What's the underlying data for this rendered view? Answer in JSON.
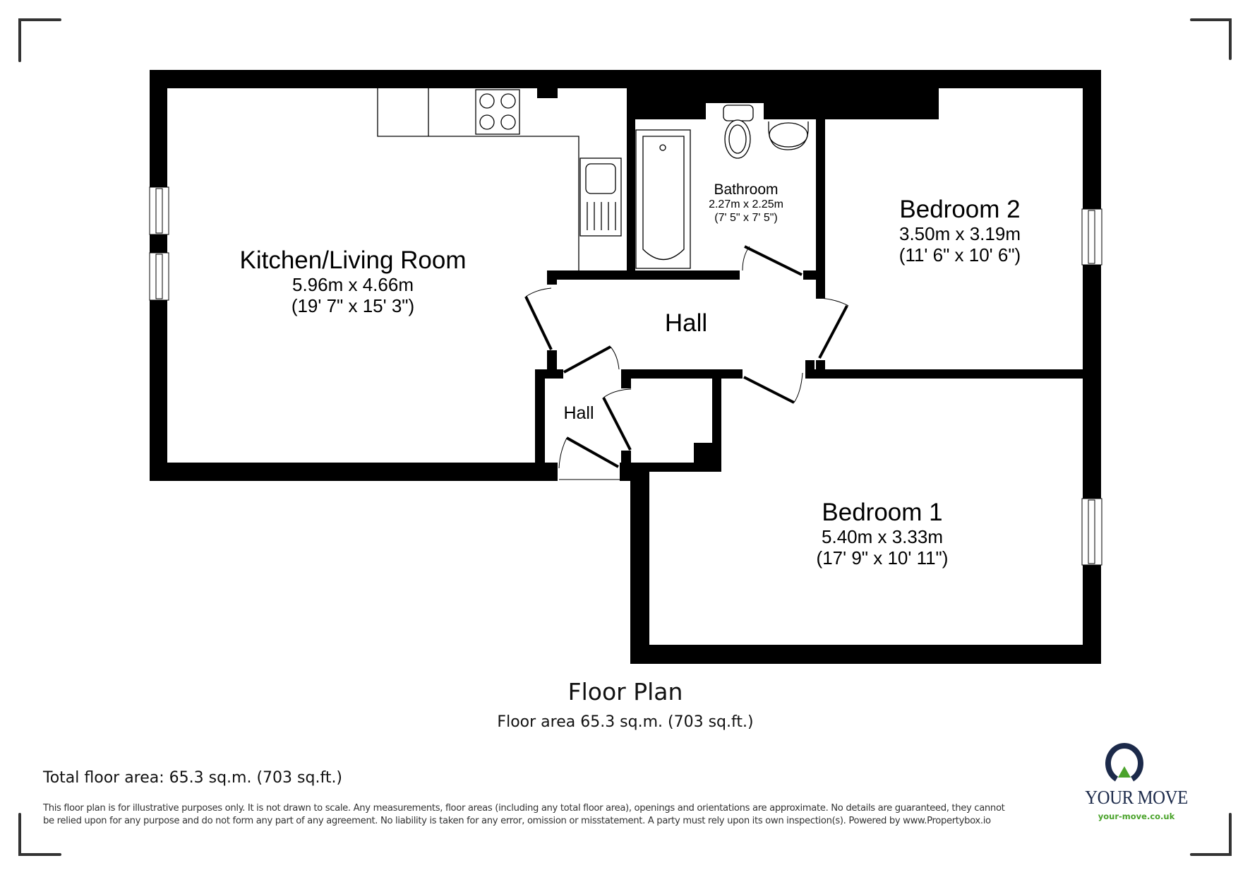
{
  "plan": {
    "title": "Floor Plan",
    "floor_area": "Floor area 65.3 sq.m. (703 sq.ft.)"
  },
  "rooms": [
    {
      "name": "Kitchen/Living Room",
      "metric": "5.96m x 4.66m",
      "imperial": "(19' 7\" x 15' 3\")"
    },
    {
      "name": "Bathroom",
      "metric": "2.27m x 2.25m",
      "imperial": "(7' 5\" x 7' 5\")"
    },
    {
      "name": "Bedroom 2",
      "metric": "3.50m x 3.19m",
      "imperial": "(11' 6\" x 10' 6\")"
    },
    {
      "name": "Hall"
    },
    {
      "name": "Hall"
    },
    {
      "name": "Bedroom 1",
      "metric": "5.40m x 3.33m",
      "imperial": "(17' 9\" x 10' 11\")"
    }
  ],
  "footer": {
    "total_area": "Total floor area: 65.3 sq.m. (703 sq.ft.)",
    "disclaimer": "This floor plan is for illustrative purposes only. It is not drawn to scale. Any measurements, floor areas (including any total floor area), openings and orientations are approximate. No details are guaranteed, they cannot be relied upon for any purpose and do not form any part of any agreement. No liability is taken for any error, omission or misstatement. A party must rely upon its own inspection(s). Powered by www.Propertybox.io"
  },
  "logo": {
    "name": "YOUR MOVE",
    "url": "your-move.co.uk",
    "icon": "house-arrow-ring-icon",
    "colors": {
      "navy": "#1c2a4a",
      "green": "#4aa32b"
    }
  },
  "colors": {
    "wall": "#000000",
    "background": "#ffffff",
    "crop_marks": "#333333"
  }
}
